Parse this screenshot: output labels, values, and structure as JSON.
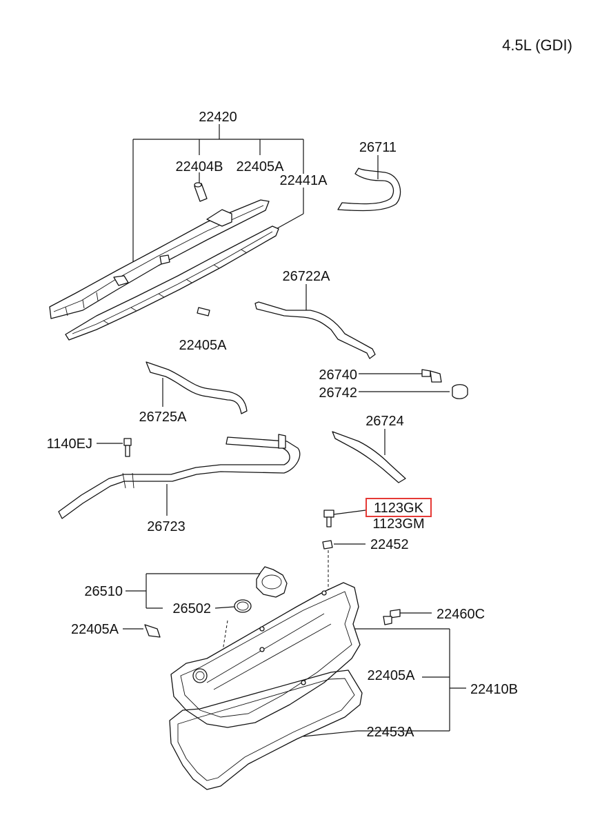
{
  "header": {
    "engine": "4.5L (GDI)"
  },
  "highlight_color": "#e53935",
  "labels": {
    "p22420": "22420",
    "p22404B": "22404B",
    "p22405A_top": "22405A",
    "p22441A": "22441A",
    "p26711": "26711",
    "p26722A": "26722A",
    "p22405A_mid": "22405A",
    "p26740": "26740",
    "p26742": "26742",
    "p26725A": "26725A",
    "p26724": "26724",
    "p1140EJ": "1140EJ",
    "p26723": "26723",
    "p1123GK": "1123GK",
    "p1123GM": "1123GM",
    "p22452": "22452",
    "p26510": "26510",
    "p26502": "26502",
    "p22460C": "22460C",
    "p22405A_left": "22405A",
    "p22405A_right": "22405A",
    "p22410B": "22410B",
    "p22453A": "22453A"
  }
}
